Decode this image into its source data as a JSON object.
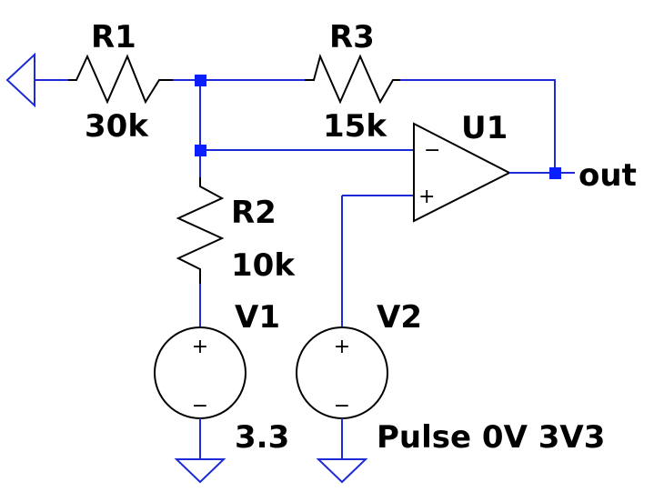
{
  "components": {
    "r1": {
      "name": "R1",
      "value": "30k"
    },
    "r2": {
      "name": "R2",
      "value": "10k"
    },
    "r3": {
      "name": "R3",
      "value": "15k"
    },
    "u1": {
      "name": "U1",
      "inverting": "−",
      "noninverting": "+"
    },
    "v1": {
      "name": "V1",
      "value": "3.3",
      "plus": "+",
      "minus": "−"
    },
    "v2": {
      "name": "V2",
      "value": "Pulse 0V 3V3",
      "plus": "+",
      "minus": "−"
    }
  },
  "nets": {
    "output": "out"
  },
  "colors": {
    "wire": "#1c2bd6",
    "junction": "#0b1eff",
    "component": "#000000",
    "background": "#ffffff"
  }
}
